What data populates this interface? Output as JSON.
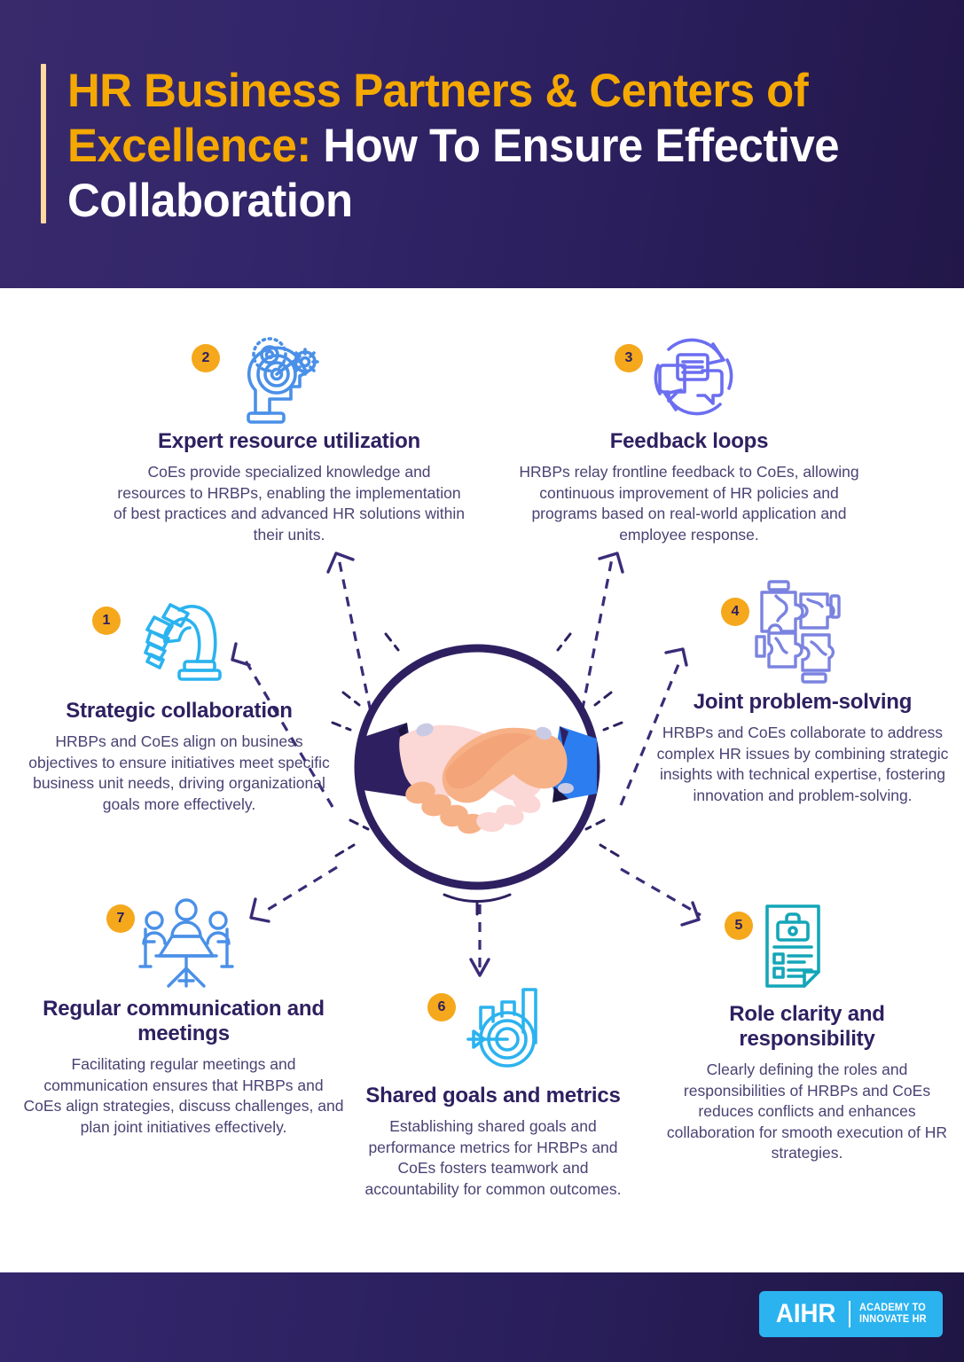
{
  "header": {
    "title_accent": "HR Business Partners & Centers of Excellence:",
    "title_rest": " How To Ensure Effective Collaboration",
    "accent_color": "#f5a800",
    "background_color": "#2b1f5e"
  },
  "center": {
    "icon_name": "handshake-circle-icon",
    "circle_color": "#2e2060",
    "left_sleeve_color": "#2e2060",
    "right_sleeve_color": "#2b7df0",
    "hand_light_color": "#fbd7d5",
    "hand_tan_color": "#f7b187"
  },
  "items": [
    {
      "number": "1",
      "title": "Strategic collaboration",
      "body": "HRBPs and CoEs align on business objectives to ensure initiatives meet specific business unit needs, driving organizational goals more effectively.",
      "icon_name": "handshake-chess-icon",
      "icon_color": "#2bb3ef"
    },
    {
      "number": "2",
      "title": "Expert resource utilization",
      "body": "CoEs provide specialized knowledge and resources to HRBPs, enabling the implementation of best practices and advanced HR solutions within their units.",
      "icon_name": "head-gear-target-icon",
      "icon_color": "#4a90e8"
    },
    {
      "number": "3",
      "title": "Feedback loops",
      "body": "HRBPs relay frontline feedback to CoEs, allowing continuous improvement of HR policies and programs based on real-world application and employee response.",
      "icon_name": "chat-loop-icon",
      "icon_color": "#6b6ef0"
    },
    {
      "number": "4",
      "title": "Joint problem-solving",
      "body": "HRBPs and CoEs collaborate to address complex HR issues by combining strategic insights with technical expertise, fostering innovation and problem-solving.",
      "icon_name": "puzzle-pieces-icon",
      "icon_color": "#7b83e0"
    },
    {
      "number": "5",
      "title": "Role clarity and responsibility",
      "body": "Clearly defining the roles and responsibilities of HRBPs and CoEs reduces conflicts and enhances collaboration for smooth execution of HR strategies.",
      "icon_name": "job-document-icon",
      "icon_color": "#14a6b8"
    },
    {
      "number": "6",
      "title": "Shared goals and metrics",
      "body": "Establishing shared goals and performance metrics for HRBPs and CoEs fosters teamwork and accountability for common outcomes.",
      "icon_name": "target-bar-chart-icon",
      "icon_color": "#2bb3ef"
    },
    {
      "number": "7",
      "title": "Regular communication and meetings",
      "body": "Facilitating regular meetings and communication ensures that HRBPs and CoEs align strategies, discuss challenges, and plan joint initiatives effectively.",
      "icon_name": "meeting-table-icon",
      "icon_color": "#4a90e8"
    }
  ],
  "footer": {
    "logo_main": "AIHR",
    "logo_sub_line1": "ACADEMY TO",
    "logo_sub_line2": "INNOVATE HR",
    "logo_background": "#2bb3ef",
    "background_color": "#2a1f5c"
  }
}
